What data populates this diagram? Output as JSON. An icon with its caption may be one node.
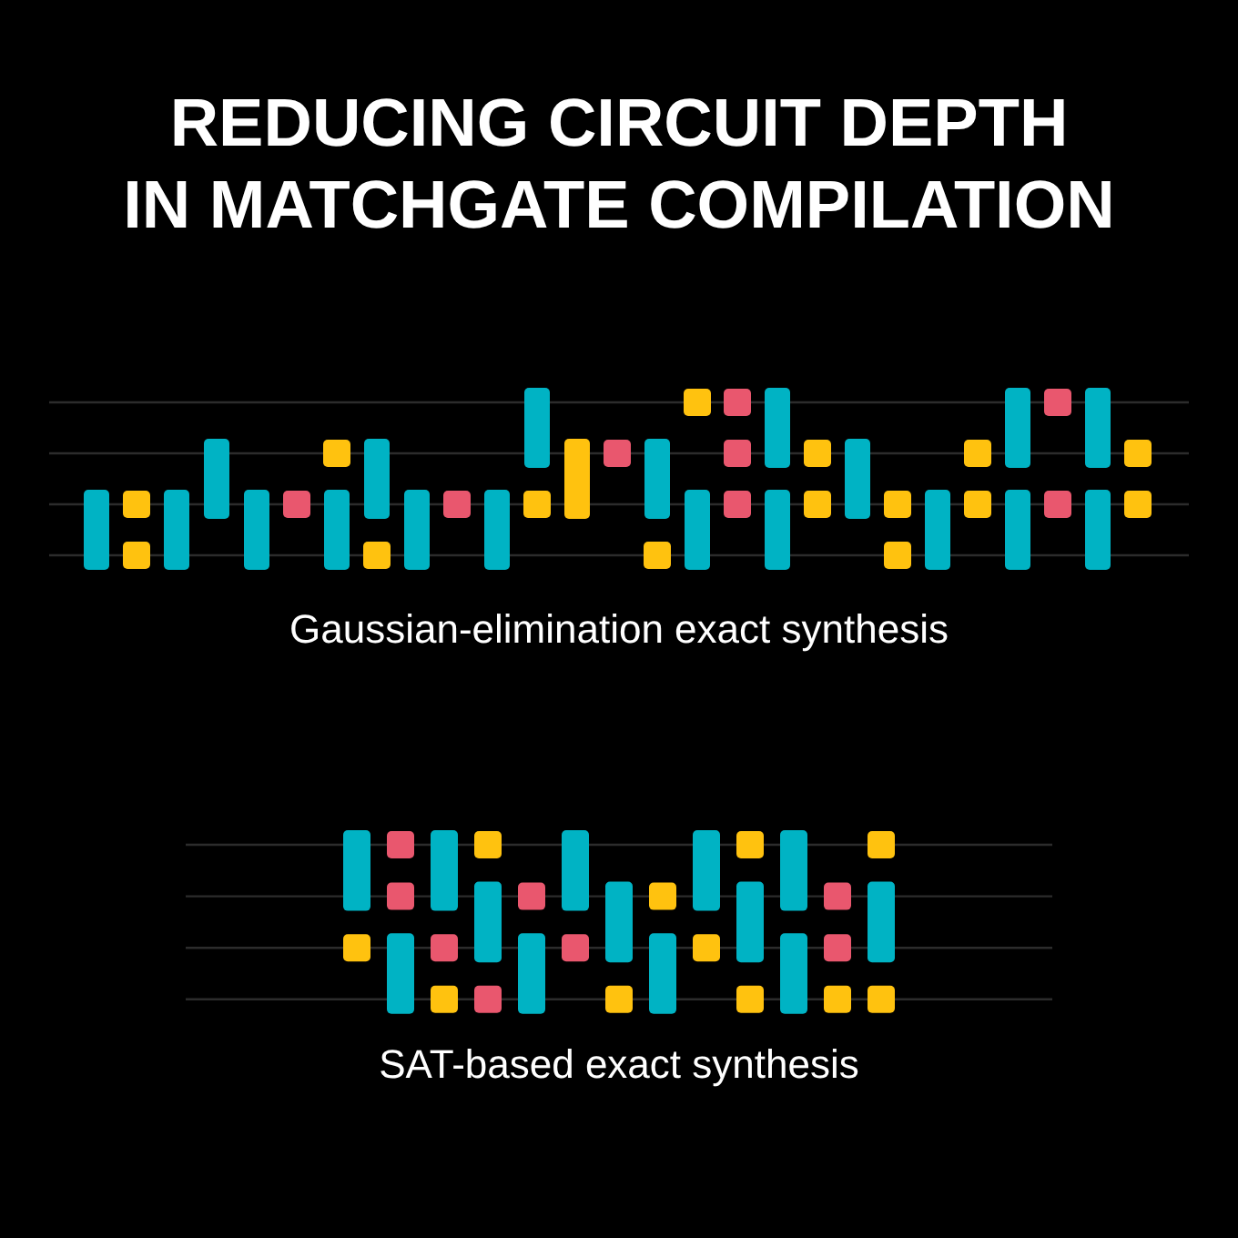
{
  "diagram": {
    "title": "REDUCING CIRCUIT DEPTH IN MATCHGATE COMPILATION",
    "labels": [
      "Gaussian-elimination exact synthesis",
      "SAT-based exact synthesis"
    ]
  }
}
